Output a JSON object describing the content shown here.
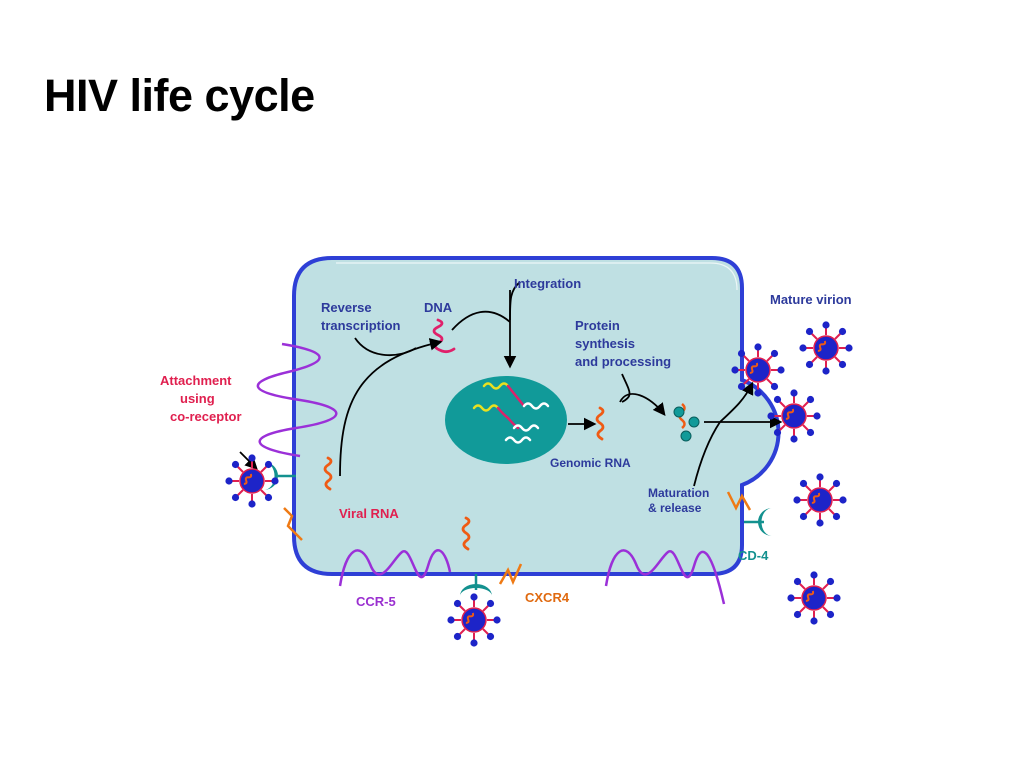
{
  "slide": {
    "title": "HIV life cycle"
  },
  "labels": {
    "reverse_transcription": [
      "Reverse",
      "transcription"
    ],
    "dna": "DNA",
    "integration": "Integration",
    "protein": [
      "Protein",
      "synthesis",
      "and processing"
    ],
    "mature_virion": "Mature virion",
    "attachment": [
      "Attachment",
      "using",
      "co-receptor"
    ],
    "genomic_rna": "Genomic RNA",
    "viral_rna": "Viral RNA",
    "maturation": [
      "Maturation",
      "& release"
    ],
    "cd4": "CD-4",
    "ccr5": "CCR-5",
    "cxcr4": "CXCR4"
  },
  "colors": {
    "cell_fill": "#bfe0e3",
    "cell_border": "#2e3fd6",
    "nucleus": "#119a99",
    "label_blue": "#2d3a9c",
    "label_red": "#e0204f",
    "label_purple": "#9a2fd0",
    "label_orange": "#e06a10",
    "label_teal": "#13918f",
    "rna": "#ef5b14",
    "dna_pink": "#e0206a",
    "dna_yellow": "#e8e020",
    "virion_core": "#1d24c8",
    "virion_spike": "#e02050",
    "receptor_purple": "#9b30d8",
    "receptor_teal": "#13918f"
  }
}
